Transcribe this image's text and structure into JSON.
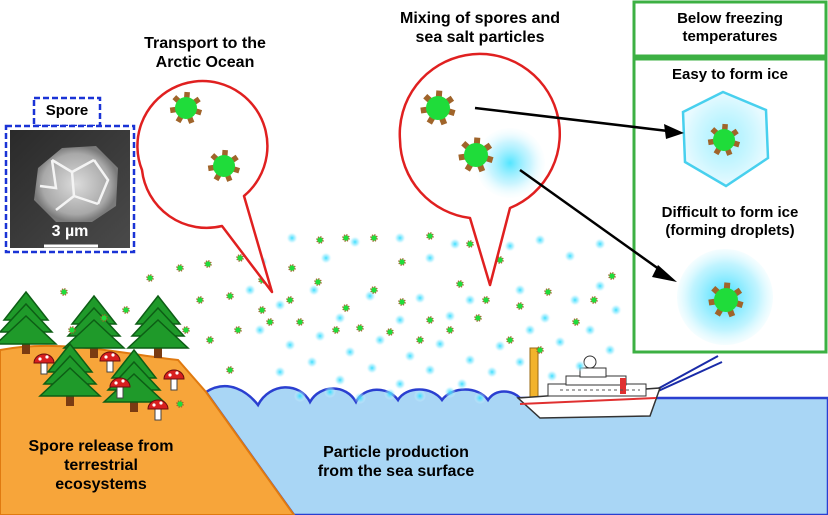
{
  "colors": {
    "callout_outline": "#e02020",
    "panel_outline": "#3cb043",
    "spore_frame": "#1a33d6",
    "land_fill": "#f7a53a",
    "sea_fill": "#a9d6f5",
    "sea_outline": "#2a3fd0",
    "spore_core": "#1fdc3a",
    "spore_spike": "#a0642a",
    "salt_glow": "#38e0ff",
    "crystal_outline": "#48d0ee",
    "tree_green": "#1f9a2a",
    "tree_trunk": "#7a3b12",
    "mushroom_cap": "#d81f1f"
  },
  "icons": [
    "tree-icon",
    "mushroom-icon",
    "spore-icon",
    "sea-salt-particle-icon",
    "ice-crystal-icon",
    "droplet-icon",
    "ship-icon",
    "micrograph-image"
  ],
  "spore_panel": {
    "title": "Spore",
    "scale_bar_label": "3 µm"
  },
  "transport_callout": {
    "lines": [
      "Transport to the",
      "Arctic Ocean"
    ]
  },
  "mixing_callout": {
    "lines": [
      "Mixing of spores and",
      "sea salt particles"
    ]
  },
  "freezing_panel": {
    "title_lines": [
      "Below freezing",
      "temperatures"
    ],
    "easy_label": "Easy to form ice",
    "difficult_lines": [
      "Difficult to form ice",
      "(forming droplets)"
    ]
  },
  "land_label": {
    "lines": [
      "Spore release from",
      "terrestrial",
      "ecosystems"
    ]
  },
  "sea_label": {
    "lines": [
      "Particle production",
      "from the sea surface"
    ]
  }
}
